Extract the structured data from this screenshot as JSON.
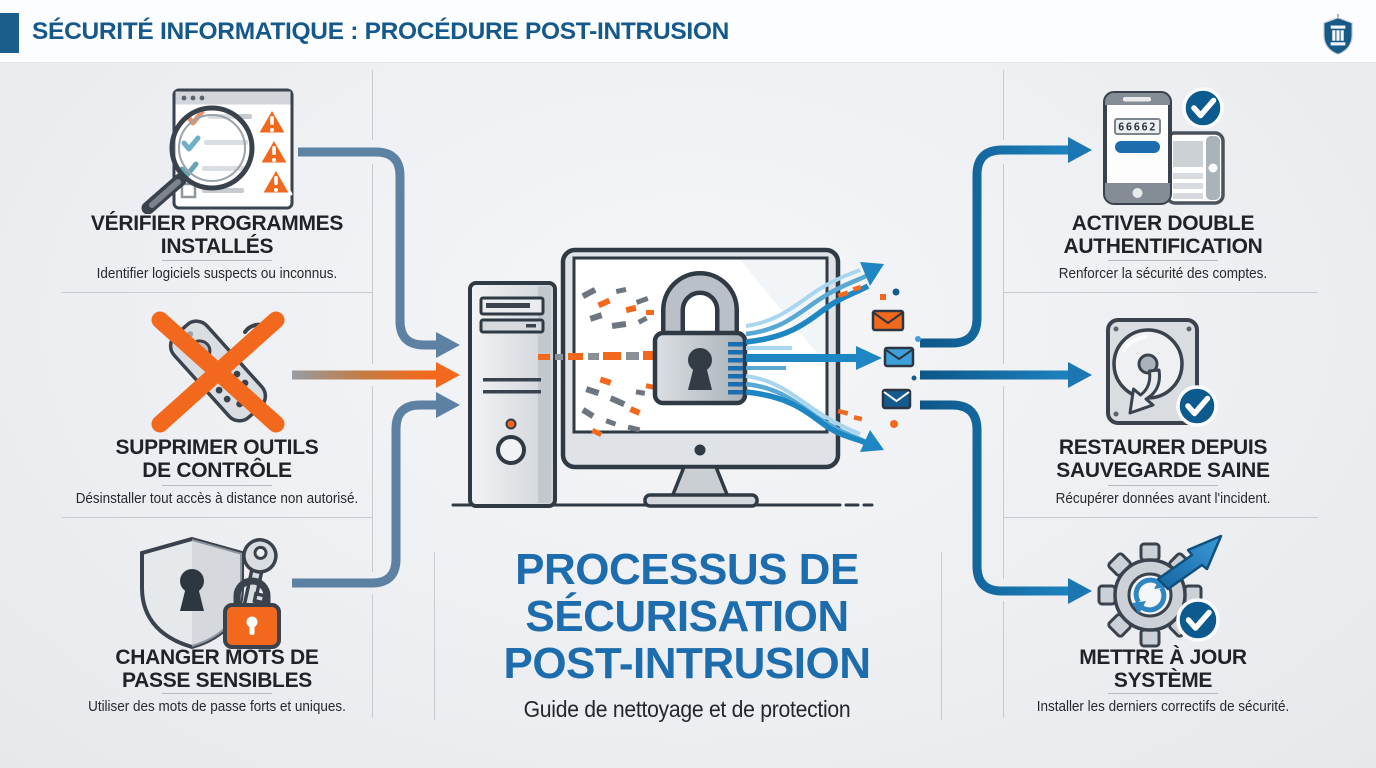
{
  "header": {
    "title": "SÉCURITÉ INFORMATIQUE : PROCÉDURE POST-INTRUSION",
    "logo_icon": "shield-pillar-icon",
    "accent_color": "#1b5e8e"
  },
  "center": {
    "title_lines": [
      "PROCESSUS DE",
      "SÉCURISATION",
      "POST-INTRUSION"
    ],
    "subtitle": "Guide de nettoyage et de protection",
    "illustration": "computer-padlock-dataflow"
  },
  "steps": {
    "left": [
      {
        "title": "VÉRIFIER PROGRAMMES\nINSTALLÉS",
        "desc": "Identifier logiciels suspects ou inconnus.",
        "icon": "magnifier-checklist-warning-icon"
      },
      {
        "title": "SUPPRIMER OUTILS\nDE CONTRÔLE",
        "desc": "Désinstaller tout accès à distance non autorisé.",
        "icon": "remote-control-crossed-icon"
      },
      {
        "title": "CHANGER MOTS DE\nPASSE SENSIBLES",
        "desc": "Utiliser des mots de passe forts et uniques.",
        "icon": "shield-key-padlock-icon"
      }
    ],
    "right": [
      {
        "title": "ACTIVER DOUBLE\nAUTHENTIFICATION",
        "desc": "Renforcer la sécurité des comptes.",
        "icon": "phone-2fa-check-icon",
        "code": "66662"
      },
      {
        "title": "RESTAURER DEPUIS\nSAUVEGARDE SAINE",
        "desc": "Récupérer données avant l'incident.",
        "icon": "harddrive-restore-check-icon"
      },
      {
        "title": "METTRE À JOUR\nSYSTÈME",
        "desc": "Installer les derniers correctifs de sécurité.",
        "icon": "gear-update-check-icon"
      }
    ]
  },
  "colors": {
    "header_blue": "#15598c",
    "title_blue": "#1d6dae",
    "orange": "#f2691d",
    "steel_arrow": "#5d81a3",
    "bright_arrow": "#1f86c4",
    "check_navy": "#0d5a8e",
    "divider_gray": "#c7cbd0"
  }
}
